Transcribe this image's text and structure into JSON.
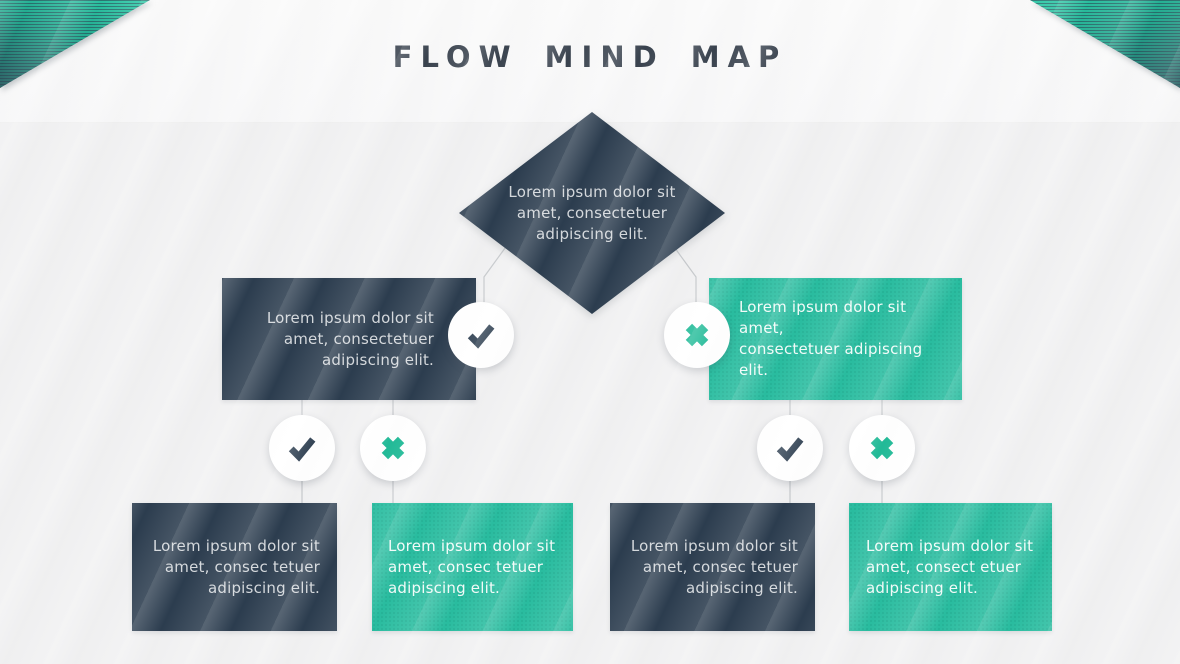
{
  "title": "FLOW MIND MAP",
  "colors": {
    "dark_slate": "#2c3d4f",
    "teal": "#29bda0",
    "teal_bright": "#22bb98",
    "background": "#f1f1f2",
    "top_band": "#f8f8f9",
    "text_on_dark": "#d4d8dc",
    "text_on_teal": "#f2fcf9",
    "title_text": "#39424e",
    "connector_line": "#c6c9cc"
  },
  "diamond": {
    "text": "Lorem ipsum dolor sit\namet, consectetuer\nadipiscing elit."
  },
  "middle_nodes": [
    {
      "id": "middle-left",
      "variant": "dark",
      "icon": "check",
      "text": "Lorem ipsum dolor sit\namet, consectetuer\nadipiscing elit."
    },
    {
      "id": "middle-right",
      "variant": "teal",
      "icon": "cross",
      "text": "Lorem ipsum dolor sit amet,\nconsectetuer adipiscing elit."
    }
  ],
  "bottom_nodes": [
    {
      "id": "bottom-1",
      "variant": "dark",
      "icon": "check",
      "text": "Lorem ipsum dolor sit\namet, consec tetuer\nadipiscing elit."
    },
    {
      "id": "bottom-2",
      "variant": "teal",
      "icon": "cross",
      "text": "Lorem ipsum dolor sit\namet, consec tetuer\nadipiscing elit."
    },
    {
      "id": "bottom-3",
      "variant": "dark",
      "icon": "check",
      "text": "Lorem ipsum dolor sit\namet, consec tetuer\nadipiscing elit."
    },
    {
      "id": "bottom-4",
      "variant": "teal",
      "icon": "cross",
      "text": "Lorem ipsum dolor sit\namet, consect etuer\nadipiscing elit."
    }
  ]
}
